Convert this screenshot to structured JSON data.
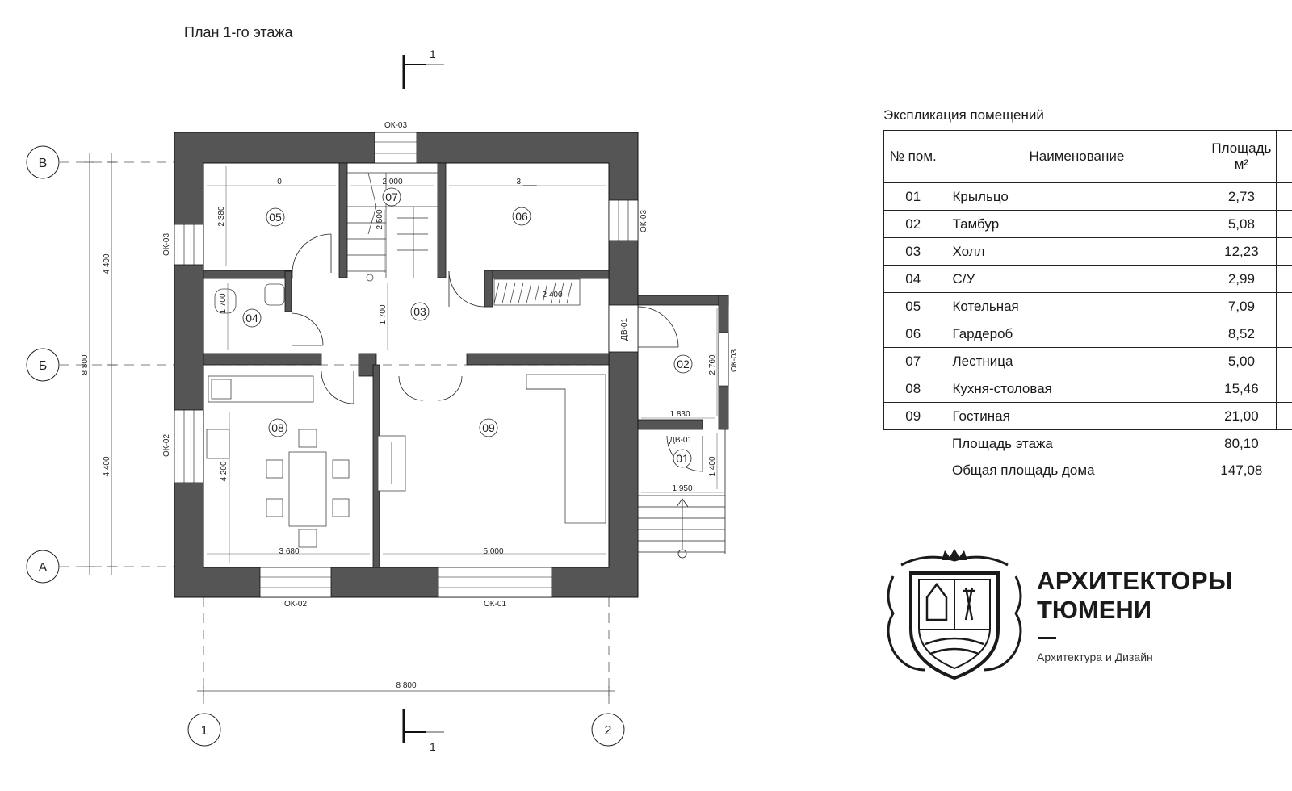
{
  "plan": {
    "title": "План 1-го этажа",
    "section_mark": "1",
    "axes": {
      "v": [
        "В",
        "Б",
        "А"
      ],
      "h": [
        "1",
        "2"
      ]
    },
    "dims": {
      "total_width": "8 800",
      "left_top": "4 400",
      "left_bottom": "4 400",
      "left_total": "8 800",
      "r05_w": "0",
      "r05_h": "2 380",
      "r07_w": "2 000",
      "r07_h": "2 500",
      "r06_w": "3 ___",
      "r04_h": "1 700",
      "r03_h": "1 700",
      "closet_w": "2 400",
      "r02_h": "2 760",
      "r02_w": "1 830",
      "r01_h": "1 400",
      "r01_w": "1 950",
      "r08_w": "3 680",
      "r08_h": "4 200",
      "r09_w": "5 000"
    },
    "labels": {
      "ok01": "ОК-01",
      "ok02_bottom": "ОК-02",
      "ok02_left": "ОК-02",
      "ok03_top": "ОК-03",
      "ok03_left": "ОК-03",
      "ok03_right": "ОК-03",
      "ok03_porch": "ОК-03",
      "dv01_a": "ДВ-01",
      "dv01_b": "ДВ-01"
    },
    "rooms": [
      "01",
      "02",
      "03",
      "04",
      "05",
      "06",
      "07",
      "08",
      "09"
    ]
  },
  "explication": {
    "title": "Экспликация помещений",
    "headers": {
      "no": "№ пом.",
      "name": "Наименование",
      "area": "Площадь м²"
    },
    "rows": [
      {
        "no": "01",
        "name": "Крыльцо",
        "area": "2,73"
      },
      {
        "no": "02",
        "name": "Тамбур",
        "area": "5,08"
      },
      {
        "no": "03",
        "name": "Холл",
        "area": "12,23"
      },
      {
        "no": "04",
        "name": "С/У",
        "area": "2,99"
      },
      {
        "no": "05",
        "name": "Котельная",
        "area": "7,09"
      },
      {
        "no": "06",
        "name": "Гардероб",
        "area": "8,52"
      },
      {
        "no": "07",
        "name": "Лестница",
        "area": "5,00"
      },
      {
        "no": "08",
        "name": "Кухня-столовая",
        "area": "15,46"
      },
      {
        "no": "09",
        "name": "Гостиная",
        "area": "21,00"
      }
    ],
    "floor_area_label": "Площадь этажа",
    "floor_area": "80,10",
    "total_area_label": "Общая площадь дома",
    "total_area": "147,08"
  },
  "brand": {
    "line1": "АРХИТЕКТОРЫ",
    "line2": "ТЮМЕНИ",
    "subtitle": "Архитектура и Дизайн"
  }
}
